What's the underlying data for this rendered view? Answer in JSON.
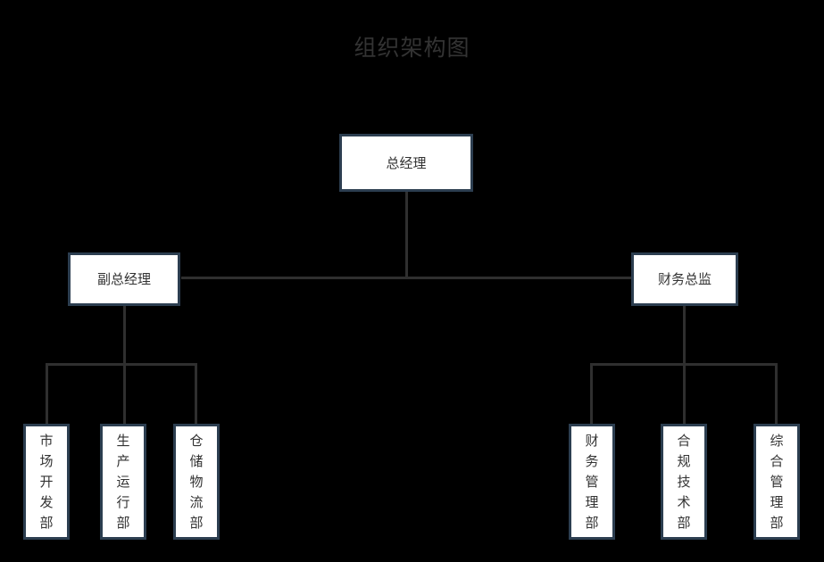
{
  "chart": {
    "title": "组织架构图",
    "background_color": "#000000",
    "node_fill": "#ffffff",
    "node_border_color": "#2c3e50",
    "connector_color": "#2f2f2f",
    "text_color": "#333333"
  },
  "nodes": {
    "root": {
      "label": "总经理"
    },
    "level2": [
      {
        "label": "副总经理"
      },
      {
        "label": "财务总监"
      }
    ],
    "left_children": [
      {
        "label": "市场开发部"
      },
      {
        "label": "生产运行部"
      },
      {
        "label": "仓储物流部"
      }
    ],
    "right_children": [
      {
        "label": "财务管理部"
      },
      {
        "label": "合规技术部"
      },
      {
        "label": "综合管理部"
      }
    ]
  }
}
